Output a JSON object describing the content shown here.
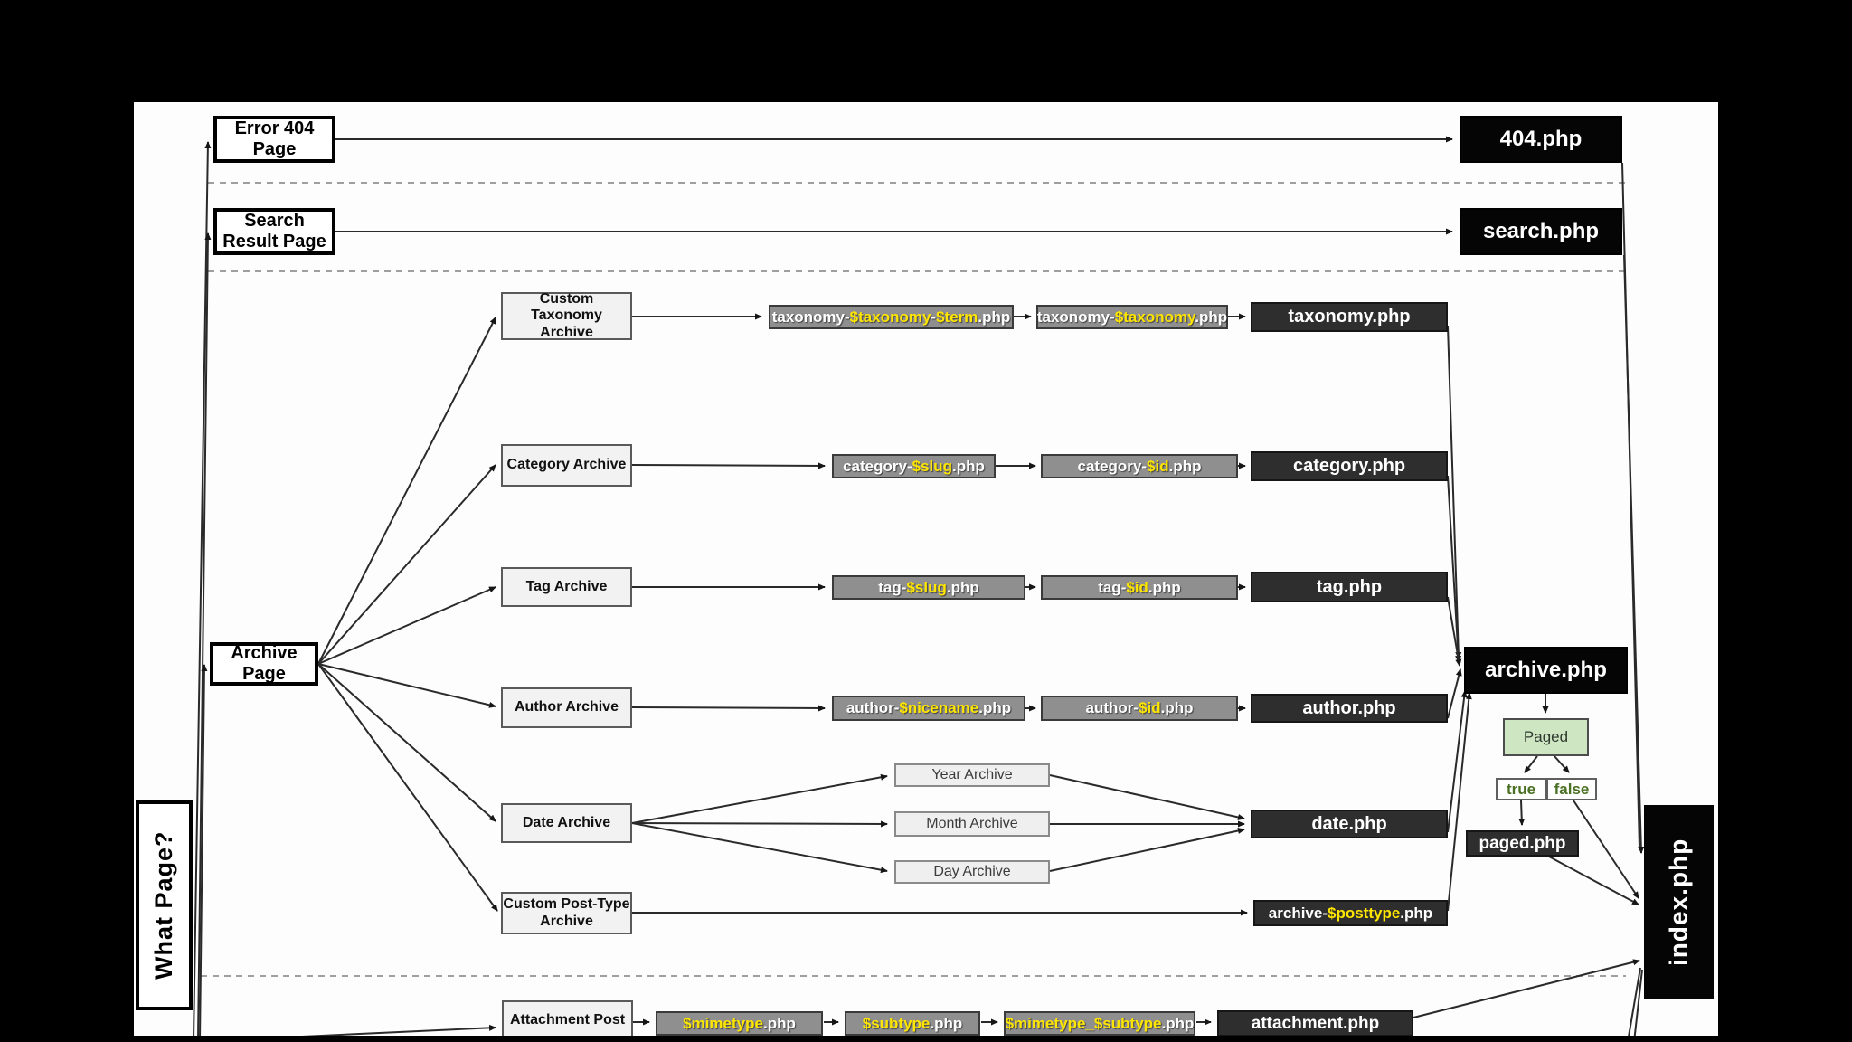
{
  "diagram_title": "What Page?",
  "colors": {
    "variable_highlight": "#ffe600",
    "template_box": "#8f8f8f",
    "final_template_box": "#2e2e2e",
    "terminal_box": "#050505",
    "page_type_box": "#f2f2f2",
    "paged_condition_box": "#cfe6c3",
    "boolean_text": "#4a7023",
    "canvas": "#000000",
    "paper": "#fdfdfd"
  },
  "nodes": {
    "whatPage": "What Page?",
    "error404": "Error 404 Page",
    "searchResult": "Search Result Page",
    "archivePage": "Archive Page",
    "attachmentPost": "Attachment Post",
    "php404": "404.php",
    "searchPhp": "search.php",
    "customTaxArchive": "Custom Taxonomy Archive",
    "taxTerm": "taxonomy-$taxonomy-$term.php",
    "taxTax": "taxonomy-$taxonomy.php",
    "taxPhp": "taxonomy.php",
    "categoryArchive": "Category Archive",
    "catSlug": "category-$slug.php",
    "catId": "category-$id.php",
    "catPhp": "category.php",
    "tagArchive": "Tag Archive",
    "tagSlug": "tag-$slug.php",
    "tagId": "tag-$id.php",
    "tagPhp": "tag.php",
    "authorArchive": "Author Archive",
    "authorNicename": "author-$nicename.php",
    "authorId": "author-$id.php",
    "authorPhp": "author.php",
    "dateArchive": "Date Archive",
    "yearArchive": "Year Archive",
    "monthArchive": "Month Archive",
    "dayArchive": "Day Archive",
    "datePhp": "date.php",
    "cptArchive": "Custom Post-Type Archive",
    "archivePosttype": "archive-$posttype.php",
    "archivePhp": "archive.php",
    "paged": "Paged",
    "pagedTrue": "true",
    "pagedFalse": "false",
    "pagedPhp": "paged.php",
    "indexPhp": "index.php",
    "mimetype": "$mimetype.php",
    "subtype": "$subtype.php",
    "mimeSubtype": "$mimetype_$subtype.php",
    "attachmentPhp": "attachment.php"
  }
}
